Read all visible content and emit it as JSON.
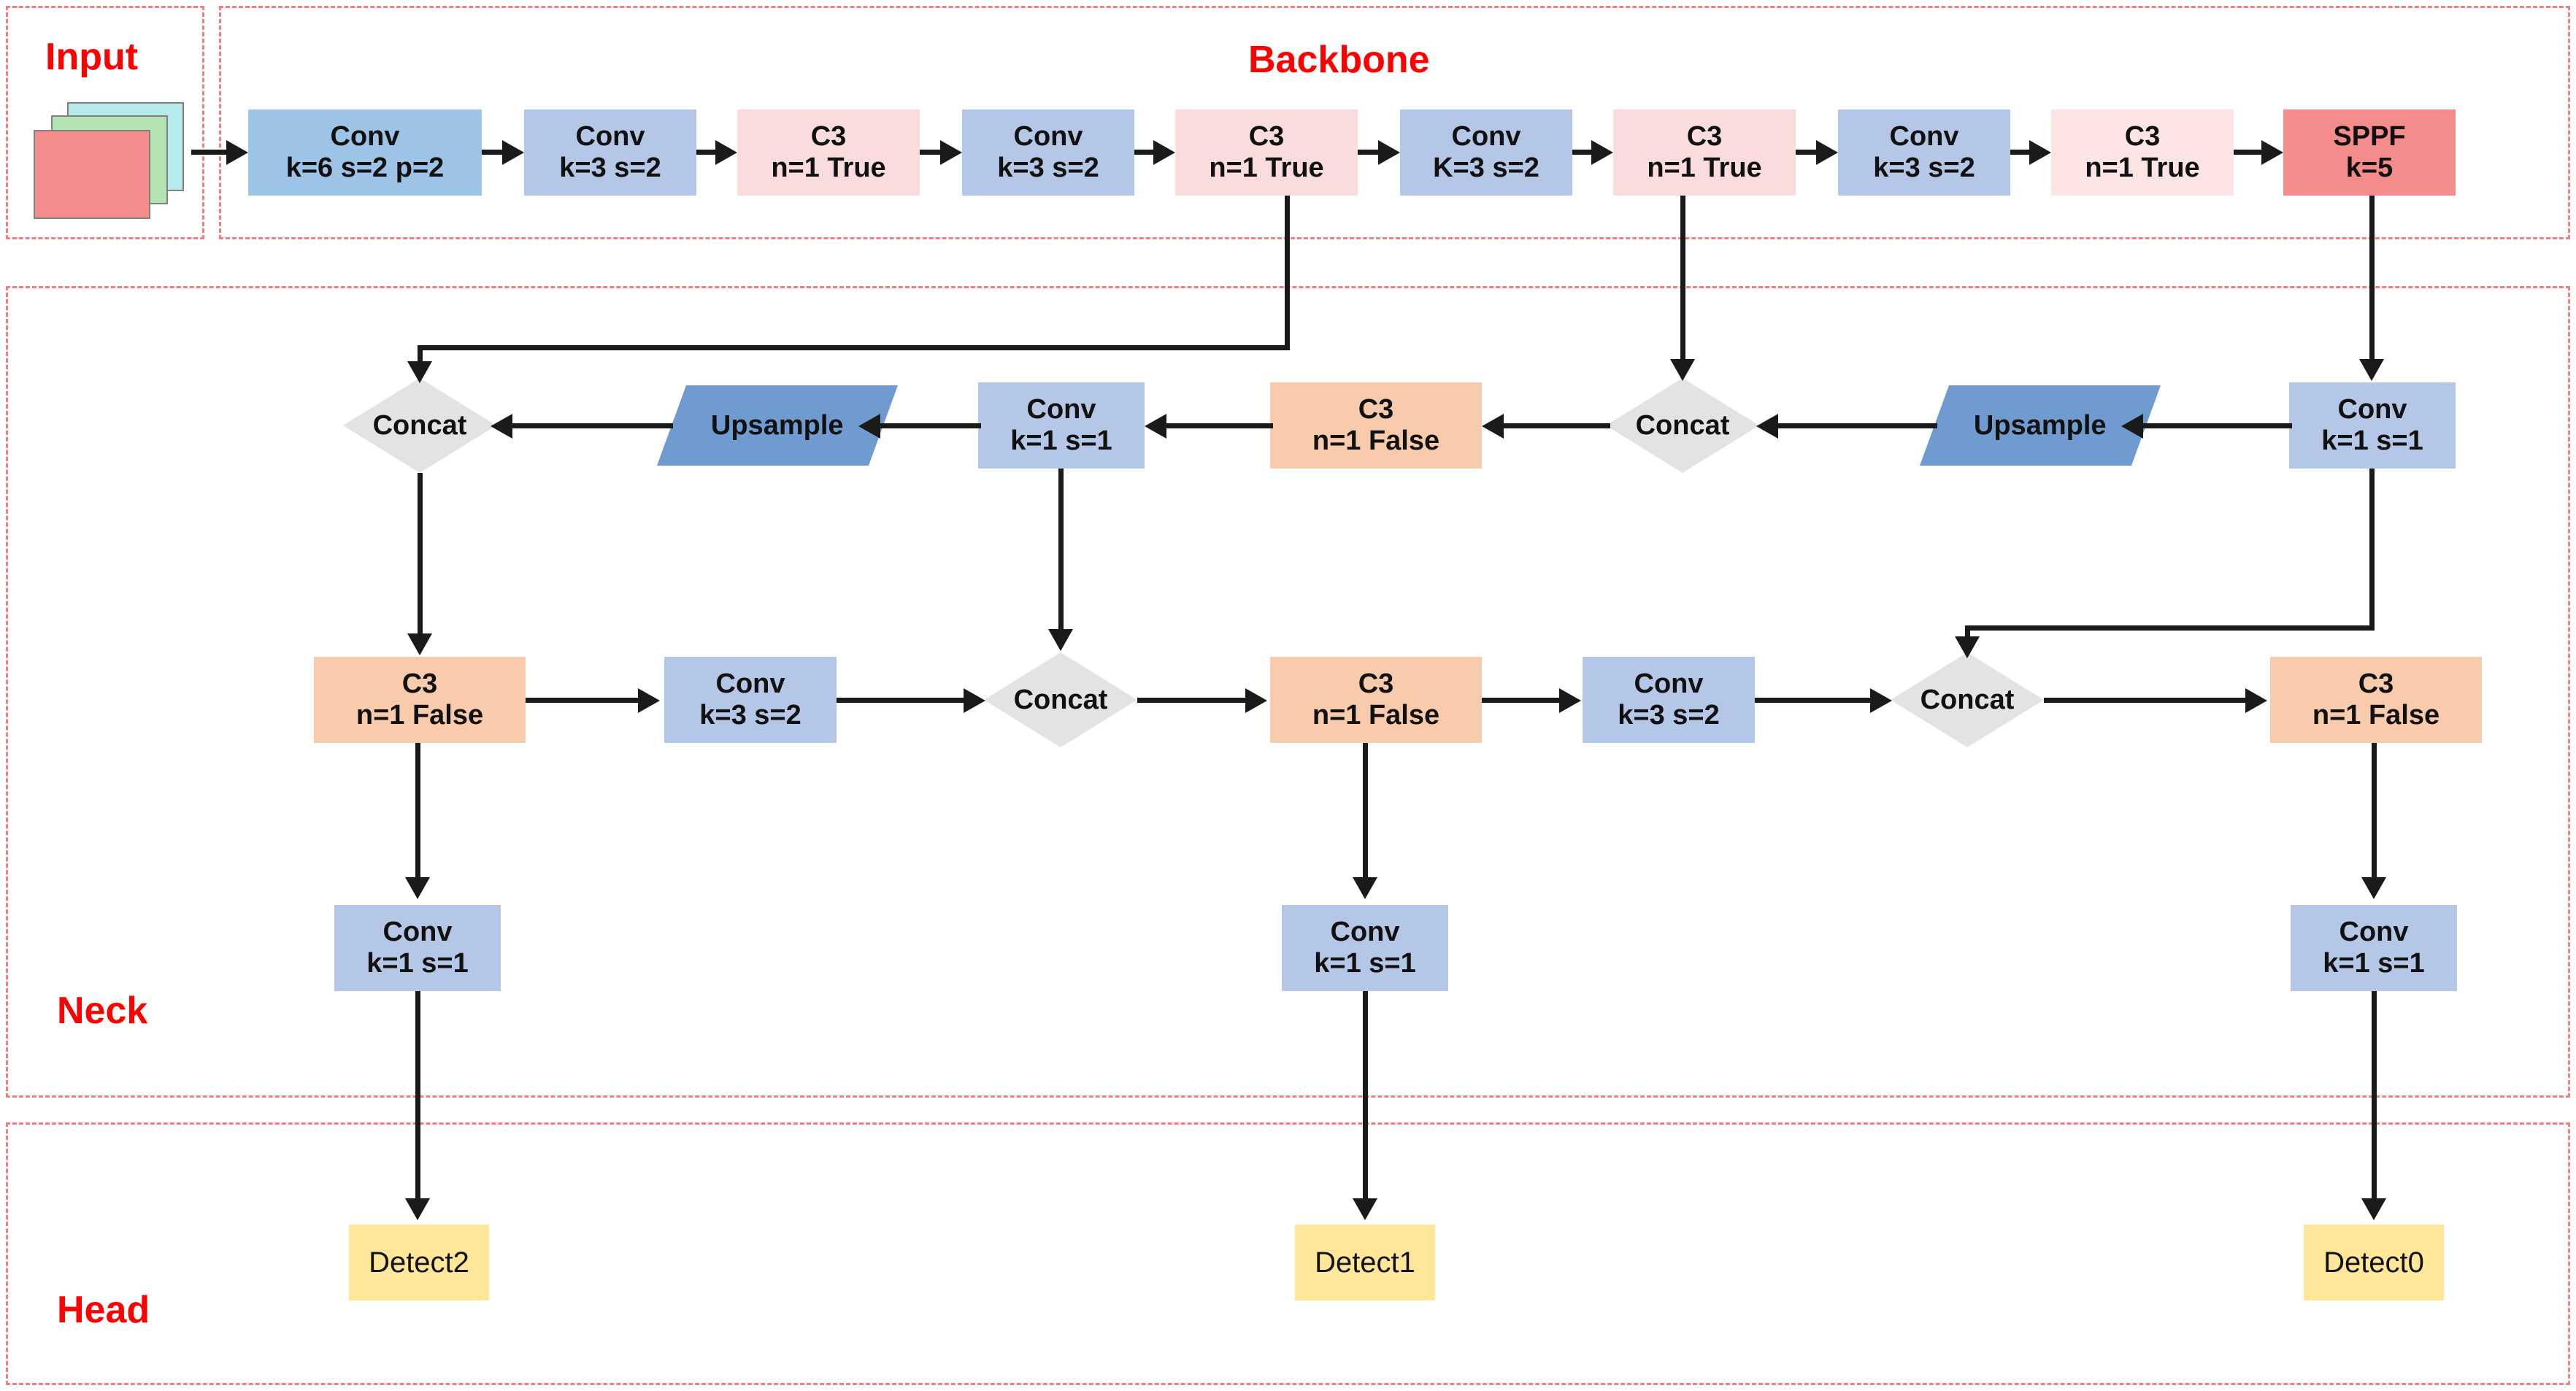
{
  "sections": [
    {
      "id": "input",
      "label": "Input"
    },
    {
      "id": "backbone",
      "label": "Backbone"
    },
    {
      "id": "neck",
      "label": "Neck"
    },
    {
      "id": "head",
      "label": "Head"
    }
  ],
  "colors": {
    "section_border": "#f08080",
    "section_label": "#ff0000",
    "conv_dark": "#9dc3e6",
    "conv": "#b4c7e7",
    "c3_backbone": "#fbdcdc",
    "c3_neck": "#f8cbad",
    "sppf": "#f58c8c",
    "upsample": "#6f9bd1",
    "concat": "#e3e3e3",
    "detect": "#ffe699",
    "edge": "#1a1a1a"
  },
  "input": {
    "icon_name": "image-stack-icon",
    "layers": [
      "cyan",
      "green",
      "salmon"
    ]
  },
  "backbone": {
    "nodes": [
      {
        "id": "b-conv1",
        "type": "Conv",
        "line1": "Conv",
        "line2": "k=6 s=2 p=2"
      },
      {
        "id": "b-conv2",
        "type": "Conv",
        "line1": "Conv",
        "line2": "k=3  s=2"
      },
      {
        "id": "b-c3-1",
        "type": "C3",
        "line1": "C3",
        "line2": "n=1  True"
      },
      {
        "id": "b-conv3",
        "type": "Conv",
        "line1": "Conv",
        "line2": "k=3  s=2"
      },
      {
        "id": "b-c3-2",
        "type": "C3",
        "line1": "C3",
        "line2": "n=1  True"
      },
      {
        "id": "b-conv4",
        "type": "Conv",
        "line1": "Conv",
        "line2": "K=3  s=2"
      },
      {
        "id": "b-c3-3",
        "type": "C3",
        "line1": "C3",
        "line2": "n=1  True"
      },
      {
        "id": "b-conv5",
        "type": "Conv",
        "line1": "Conv",
        "line2": "k=3  s=2"
      },
      {
        "id": "b-c3-4",
        "type": "C3",
        "line1": "C3",
        "line2": "n=1  True"
      },
      {
        "id": "b-sppf",
        "type": "SPPF",
        "line1": "SPPF",
        "line2": "k=5"
      }
    ]
  },
  "neck": {
    "row_top": [
      {
        "id": "n-concat1",
        "type": "Concat",
        "line1": "Concat",
        "line2": ""
      },
      {
        "id": "n-upsample1",
        "type": "Upsample",
        "line1": "Upsample",
        "line2": ""
      },
      {
        "id": "n-conv-u1",
        "type": "Conv",
        "line1": "Conv",
        "line2": "k=1  s=1"
      },
      {
        "id": "n-c3-u1",
        "type": "C3",
        "line1": "C3",
        "line2": "n=1  False"
      },
      {
        "id": "n-concat2",
        "type": "Concat",
        "line1": "Concat",
        "line2": ""
      },
      {
        "id": "n-upsample2",
        "type": "Upsample",
        "line1": "Upsample",
        "line2": ""
      },
      {
        "id": "n-conv-u2",
        "type": "Conv",
        "line1": "Conv",
        "line2": "k=1  s=1"
      }
    ],
    "row_mid": [
      {
        "id": "n-c3-m1",
        "type": "C3",
        "line1": "C3",
        "line2": "n=1  False"
      },
      {
        "id": "n-conv-m1",
        "type": "Conv",
        "line1": "Conv",
        "line2": "k=3  s=2"
      },
      {
        "id": "n-concat3",
        "type": "Concat",
        "line1": "Concat",
        "line2": ""
      },
      {
        "id": "n-c3-m2",
        "type": "C3",
        "line1": "C3",
        "line2": "n=1  False"
      },
      {
        "id": "n-conv-m2",
        "type": "Conv",
        "line1": "Conv",
        "line2": "k=3  s=2"
      },
      {
        "id": "n-concat4",
        "type": "Concat",
        "line1": "Concat",
        "line2": ""
      },
      {
        "id": "n-c3-m3",
        "type": "C3",
        "line1": "C3",
        "line2": "n=1  False"
      }
    ],
    "row_bot": [
      {
        "id": "n-conv-b1",
        "type": "Conv",
        "line1": "Conv",
        "line2": "k=1  s=1"
      },
      {
        "id": "n-conv-b2",
        "type": "Conv",
        "line1": "Conv",
        "line2": "k=1  s=1"
      },
      {
        "id": "n-conv-b3",
        "type": "Conv",
        "line1": "Conv",
        "line2": "k=1  s=1"
      }
    ]
  },
  "head": {
    "nodes": [
      {
        "id": "h-detect2",
        "line1": "Detect2"
      },
      {
        "id": "h-detect1",
        "line1": "Detect1"
      },
      {
        "id": "h-detect0",
        "line1": "Detect0"
      }
    ]
  }
}
